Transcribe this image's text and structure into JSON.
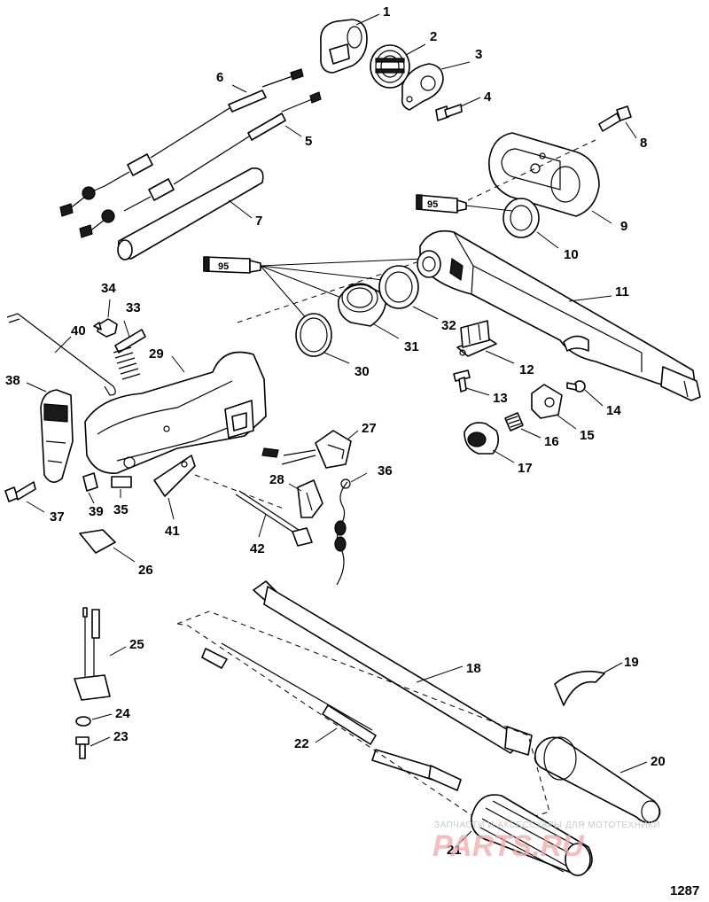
{
  "figure_number": "1287",
  "sealant_label": "95",
  "watermark": {
    "line1": "ЗАПЧАСТИ И АКСЕССУАРЫ ДЛЯ МОТОТЕХНИКИ",
    "line2": "PARTS.RU"
  },
  "callouts": [
    "1",
    "2",
    "3",
    "4",
    "5",
    "6",
    "7",
    "8",
    "9",
    "10",
    "11",
    "12",
    "13",
    "14",
    "15",
    "16",
    "17",
    "18",
    "19",
    "20",
    "21",
    "22",
    "23",
    "24",
    "25",
    "26",
    "27",
    "28",
    "29",
    "30",
    "31",
    "32",
    "33",
    "34",
    "35",
    "36",
    "37",
    "38",
    "39",
    "40",
    "41",
    "42"
  ]
}
